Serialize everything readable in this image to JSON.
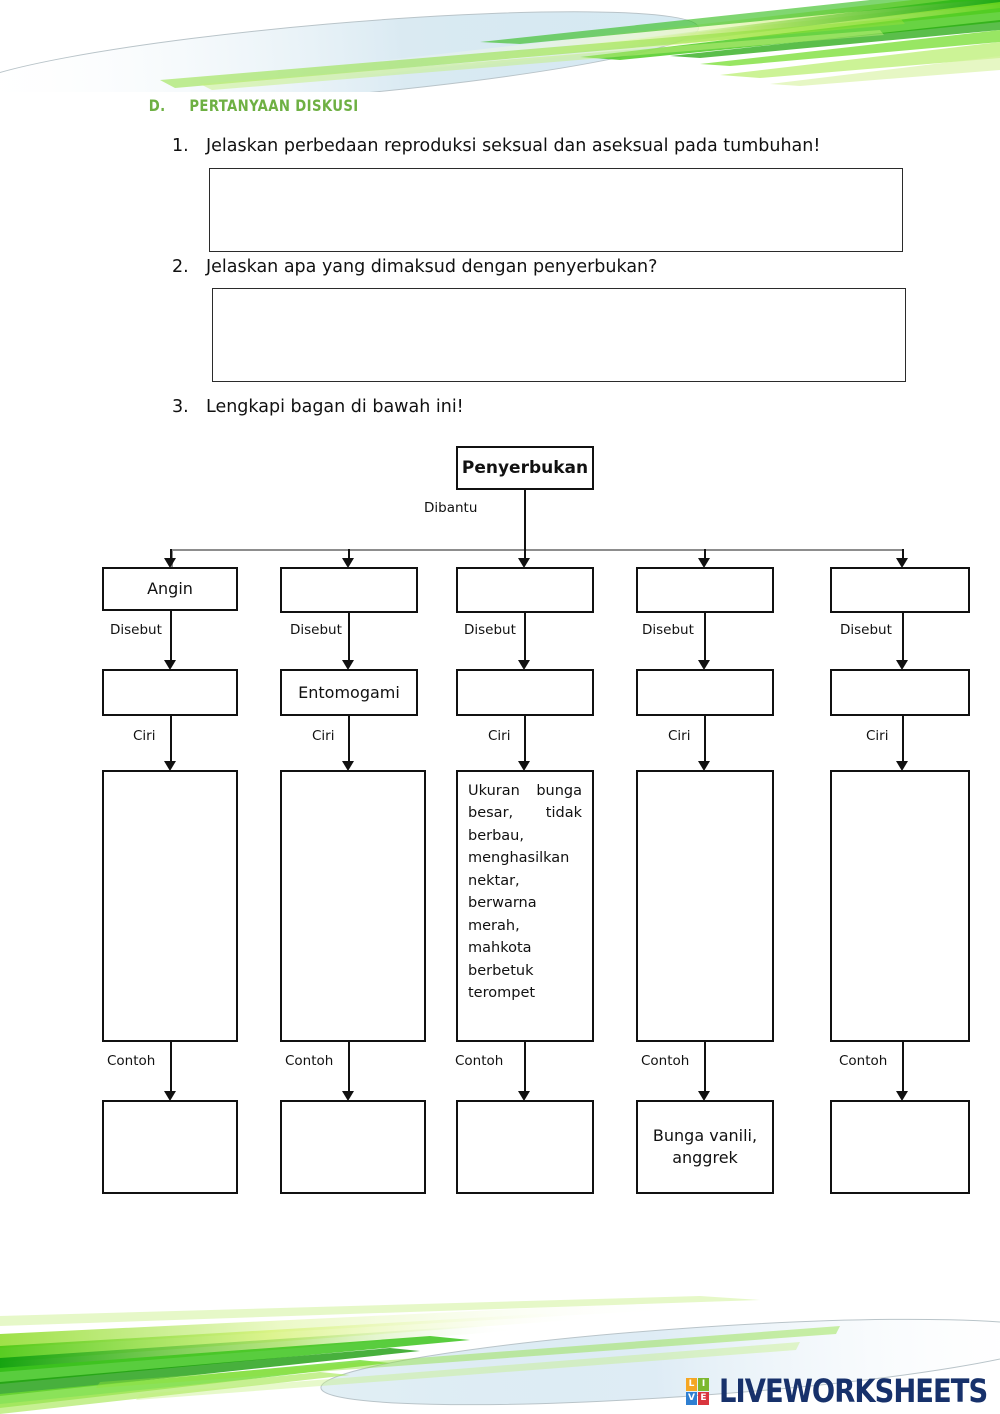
{
  "section": {
    "letter": "D.",
    "title": "PERTANYAAN DISKUSI",
    "color": "#6EB043"
  },
  "questions": [
    {
      "num": "1.",
      "text": "Jelaskan perbedaan reproduksi seksual dan aseksual pada tumbuhan!",
      "answer": ""
    },
    {
      "num": "2.",
      "text": "Jelaskan apa yang dimaksud dengan penyerbukan?",
      "answer": ""
    },
    {
      "num": "3.",
      "text": "Lengkapi bagan di bawah ini!"
    }
  ],
  "chart_data": {
    "type": "diagram",
    "title": "Penyerbukan",
    "root_label": "Penyerbukan",
    "root_edge_label": "Dibantu",
    "row_edge_labels": {
      "agent_to_name": "Disebut",
      "name_to_traits": "Ciri",
      "traits_to_example": "Contoh"
    },
    "columns": [
      {
        "agent": "Angin",
        "name": "",
        "traits": "",
        "example": "",
        "edge_disebut": "Disebut",
        "edge_ciri": "Ciri",
        "edge_contoh": "Contoh"
      },
      {
        "agent": "",
        "name": "Entomogami",
        "traits": "",
        "example": "",
        "edge_disebut": "Disebut",
        "edge_ciri": "Ciri",
        "edge_contoh": "Contoh"
      },
      {
        "agent": "",
        "name": "",
        "traits": "Ukuran bunga besar, tidak berbau, menghasilkan nektar, berwarna merah, mahkota berbetuk terompet",
        "example": "",
        "edge_disebut": "Disebut",
        "edge_ciri": "Ciri",
        "edge_contoh": "Contoh"
      },
      {
        "agent": "",
        "name": "",
        "traits": "",
        "example": "Bunga vanili, anggrek",
        "edge_disebut": "Disebut",
        "edge_ciri": "Ciri",
        "edge_contoh": "Contoh"
      },
      {
        "agent": "",
        "name": "",
        "traits": "",
        "example": "",
        "edge_disebut": "Disebut",
        "edge_ciri": "Ciri",
        "edge_contoh": "Contoh"
      }
    ]
  },
  "logo": {
    "tiles": [
      {
        "letter": "L",
        "color": "#F5A623"
      },
      {
        "letter": "I",
        "color": "#7CB82F"
      },
      {
        "letter": "V",
        "color": "#2F7FD1"
      },
      {
        "letter": "E",
        "color": "#D9363E"
      }
    ],
    "wordmark": "LIVEWORKSHEETS",
    "wordmark_color": "#17316B"
  }
}
